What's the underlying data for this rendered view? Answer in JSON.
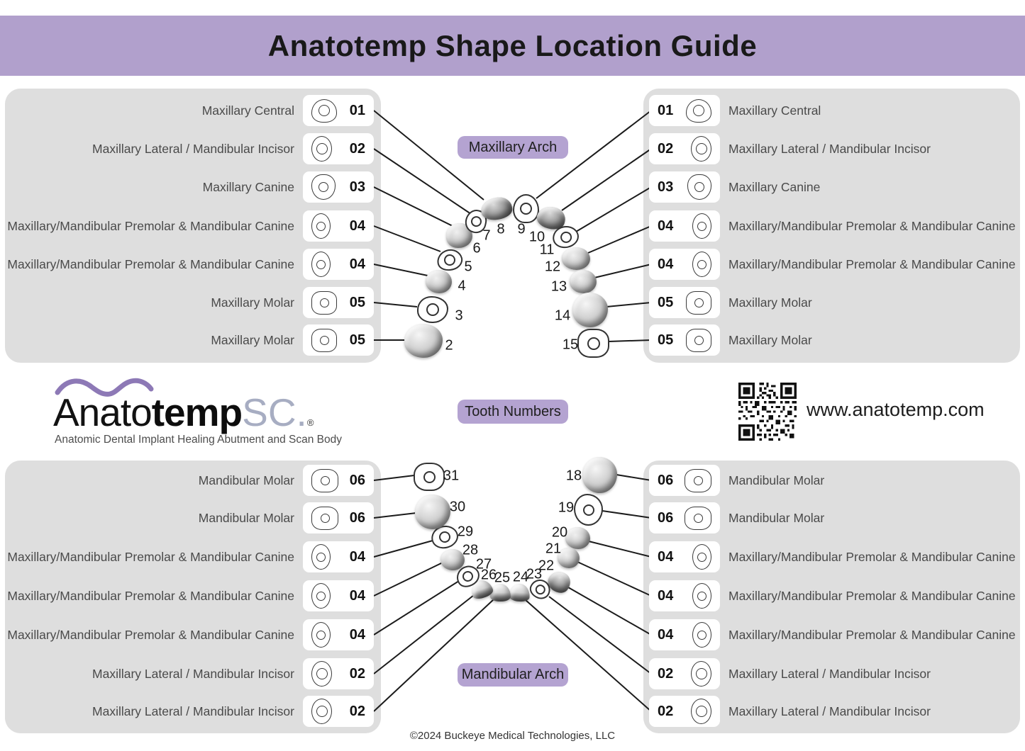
{
  "title": "Anatotemp Shape Location Guide",
  "colors": {
    "banner_purple": "#b1a0cc",
    "badge_purple": "#b4a3d1",
    "panel_gray": "#dedede",
    "line_black": "#1b1b1b"
  },
  "badges": {
    "maxillary_arch": "Maxillary Arch",
    "tooth_numbers": "Tooth Numbers",
    "mandibular_arch": "Mandibular Arch"
  },
  "logo": {
    "brand_part1": "Anato",
    "brand_part2": "temp",
    "brand_part3": "SC.",
    "registered": "®",
    "tagline": "Anatomic Dental Implant Healing Abutment and Scan Body"
  },
  "website": "www.anatotemp.com",
  "copyright": "©2024 Buckeye Medical Technologies, LLC",
  "panels": {
    "top_left": {
      "rows": [
        {
          "label": "Maxillary Central",
          "code": "01"
        },
        {
          "label": "Maxillary Lateral / Mandibular Incisor",
          "code": "02"
        },
        {
          "label": "Maxillary Canine",
          "code": "03"
        },
        {
          "label": "Maxillary/Mandibular Premolar & Mandibular Canine",
          "code": "04"
        },
        {
          "label": "Maxillary/Mandibular Premolar & Mandibular Canine",
          "code": "04"
        },
        {
          "label": "Maxillary Molar",
          "code": "05"
        },
        {
          "label": "Maxillary Molar",
          "code": "05"
        }
      ]
    },
    "top_right": {
      "rows": [
        {
          "label": "Maxillary Central",
          "code": "01"
        },
        {
          "label": "Maxillary Lateral / Mandibular Incisor",
          "code": "02"
        },
        {
          "label": "Maxillary Canine",
          "code": "03"
        },
        {
          "label": "Maxillary/Mandibular Premolar & Mandibular Canine",
          "code": "04"
        },
        {
          "label": "Maxillary/Mandibular Premolar & Mandibular Canine",
          "code": "04"
        },
        {
          "label": "Maxillary Molar",
          "code": "05"
        },
        {
          "label": "Maxillary Molar",
          "code": "05"
        }
      ]
    },
    "bottom_left": {
      "rows": [
        {
          "label": "Mandibular Molar",
          "code": "06"
        },
        {
          "label": "Mandibular Molar",
          "code": "06"
        },
        {
          "label": "Maxillary/Mandibular Premolar & Mandibular Canine",
          "code": "04"
        },
        {
          "label": "Maxillary/Mandibular Premolar & Mandibular Canine",
          "code": "04"
        },
        {
          "label": "Maxillary/Mandibular Premolar & Mandibular Canine",
          "code": "04"
        },
        {
          "label": "Maxillary Lateral / Mandibular Incisor",
          "code": "02"
        },
        {
          "label": "Maxillary Lateral / Mandibular Incisor",
          "code": "02"
        }
      ]
    },
    "bottom_right": {
      "rows": [
        {
          "label": "Mandibular Molar",
          "code": "06"
        },
        {
          "label": "Mandibular Molar",
          "code": "06"
        },
        {
          "label": "Maxillary/Mandibular Premolar & Mandibular Canine",
          "code": "04"
        },
        {
          "label": "Maxillary/Mandibular Premolar & Mandibular Canine",
          "code": "04"
        },
        {
          "label": "Maxillary/Mandibular Premolar & Mandibular Canine",
          "code": "04"
        },
        {
          "label": "Maxillary Lateral / Mandibular Incisor",
          "code": "02"
        },
        {
          "label": "Maxillary Lateral / Mandibular Incisor",
          "code": "02"
        }
      ]
    }
  },
  "teeth": {
    "maxillary": [
      "2",
      "3",
      "4",
      "5",
      "6",
      "7",
      "8",
      "9",
      "10",
      "11",
      "12",
      "13",
      "14",
      "15"
    ],
    "mandibular": [
      "18",
      "19",
      "20",
      "21",
      "22",
      "23",
      "24",
      "25",
      "26",
      "27",
      "28",
      "29",
      "30",
      "31"
    ]
  }
}
